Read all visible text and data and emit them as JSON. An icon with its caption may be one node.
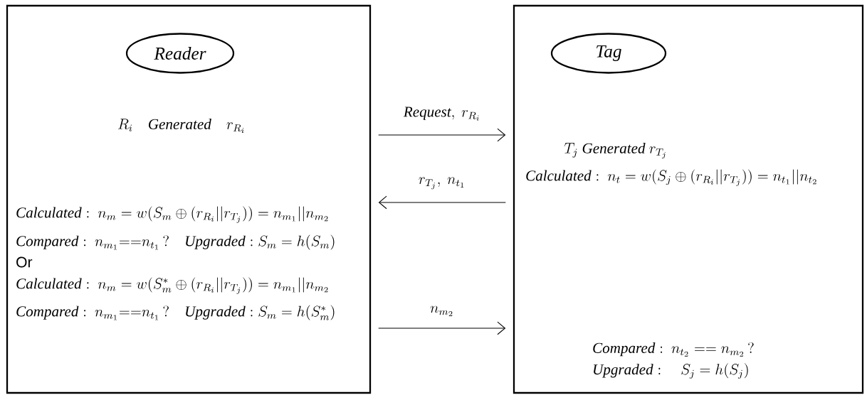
{
  "diagram": {
    "nodes": [
      {
        "text": [
          "R_i\\quad \\textit{Generated}\\quad r_{R_i}",
          "\\textit{Calculated}:\\ n_m = w(S_m \\oplus (r_{R_i}||r_{T_j})) = n_{m_1}||n_{m_2}",
          "\\textit{Compared}:\\ n_{m_1} {=}{=} n_{t_1}\\,?\\quad \\textit{Upgraded}: S_m = h(S_m)",
          "\\textsf{Or}",
          "\\textit{Calculated}:\\ n_m = w(S_m^{*} \\oplus (r_{R_i}||r_{T_j})) = n_{m_1}||n_{m_2}",
          "\\textit{Compared}:\\ n_{m_1} {=}{=} n_{t_1}\\,?\\quad \\textit{Upgraded}: S_m = h(S_m^{*})"
        ]
      },
      {
        "text": [
          "Reader"
        ],
        "in": 0
      },
      {
        "text": [
          "T_j\\ \\textit{Generated}\\ r_{T_j}",
          "\\textit{Calculated}:\\ n_t = w(S_j \\oplus (r_{R_i}||r_{T_j})) = n_{t_1}||n_{t_2}",
          "\\textit{Compared}:\\ n_{t_2} == n_{m_2}\\,?",
          "\\textit{Upgraded}:\\quad S_j = h(S_j)"
        ]
      },
      {
        "text": [
          "Tag"
        ],
        "in": 2
      }
    ],
    "edges": [
      {
        "from": 0,
        "to": 2,
        "arrow": "to",
        "label": "\\textit{Request},\\ r_{R_i}"
      },
      {
        "from": 2,
        "to": 0,
        "arrow": "to",
        "label": "r_{T_j},\\ n_{t_1}"
      },
      {
        "from": 0,
        "to": 2,
        "arrow": "to",
        "label": "n_{m_2}"
      }
    ]
  }
}
